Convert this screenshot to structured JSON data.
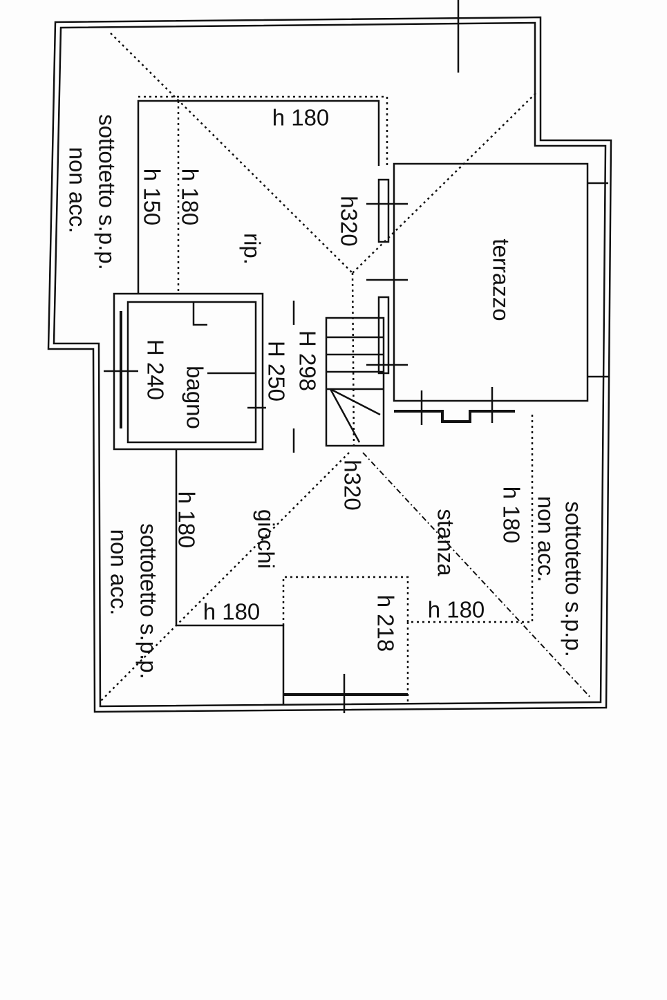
{
  "plan": {
    "rooms": {
      "rip": "rip.",
      "terrazzo": "terrazzo",
      "bagno": "bagno",
      "giochi": "giochi",
      "stanza": "stanza"
    },
    "attic": {
      "left_top": {
        "line1": "sottotetto s.p.p.",
        "line2": "non acc."
      },
      "left_bottom": {
        "line1": "sottotetto s.p.p.",
        "line2": "non acc."
      },
      "right_bottom": {
        "line1": "sottotetto s.p.p.",
        "line2": "non acc."
      }
    },
    "heights": {
      "rip_top": "h 180",
      "rip_left_outer": "h 150",
      "rip_left_inner": "h 180",
      "rip_ridge": "h320",
      "stair_1": "H 298",
      "stair_2": "H 250",
      "bagno": "H 240",
      "lower_ridge": "h320",
      "giochi_left": "h 180",
      "giochi_bottom": "h 180",
      "stanza_right": "h 180",
      "stanza_bottom": "h 180",
      "center_bay": "h 218"
    }
  }
}
